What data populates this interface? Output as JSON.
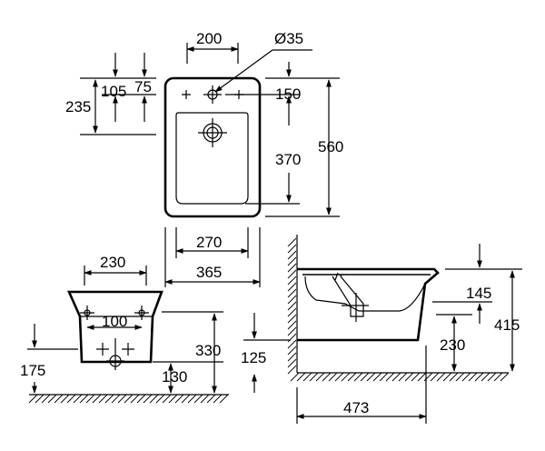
{
  "labels": {
    "w200": "200",
    "dia35": "Ø35",
    "d105": "105",
    "d75": "75",
    "d235": "235",
    "d150": "150",
    "d370": "370",
    "d560": "560",
    "d270": "270",
    "d365": "365",
    "d230_top": "230",
    "d100": "100",
    "d175": "175",
    "d330": "330",
    "d130": "130",
    "d125": "125",
    "d145": "145",
    "d415": "415",
    "d230_side": "230",
    "d473": "473"
  }
}
